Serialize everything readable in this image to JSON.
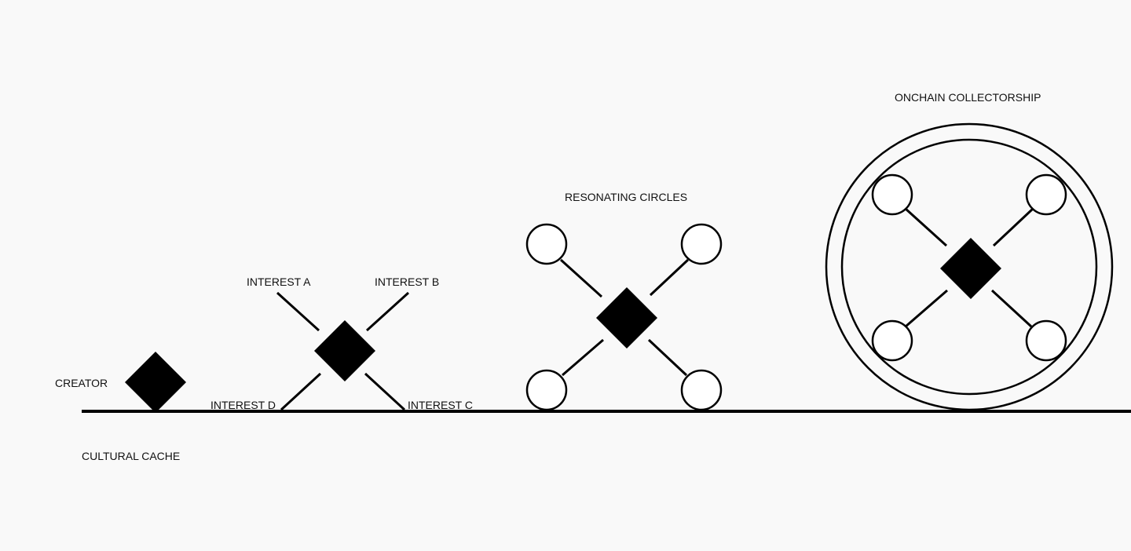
{
  "labels": {
    "creator": "CREATOR",
    "cultural_cache": "CULTURAL CACHE",
    "interest_a": "INTEREST A",
    "interest_b": "INTEREST B",
    "interest_c": "INTEREST C",
    "interest_d": "INTEREST D",
    "resonating_circles": "RESONATING CIRCLES",
    "onchain_collectorship": "ONCHAIN COLLECTORSHIP"
  },
  "colors": {
    "background": "#f9f9f9",
    "ink": "#000000",
    "node_fill": "#ffffff"
  }
}
